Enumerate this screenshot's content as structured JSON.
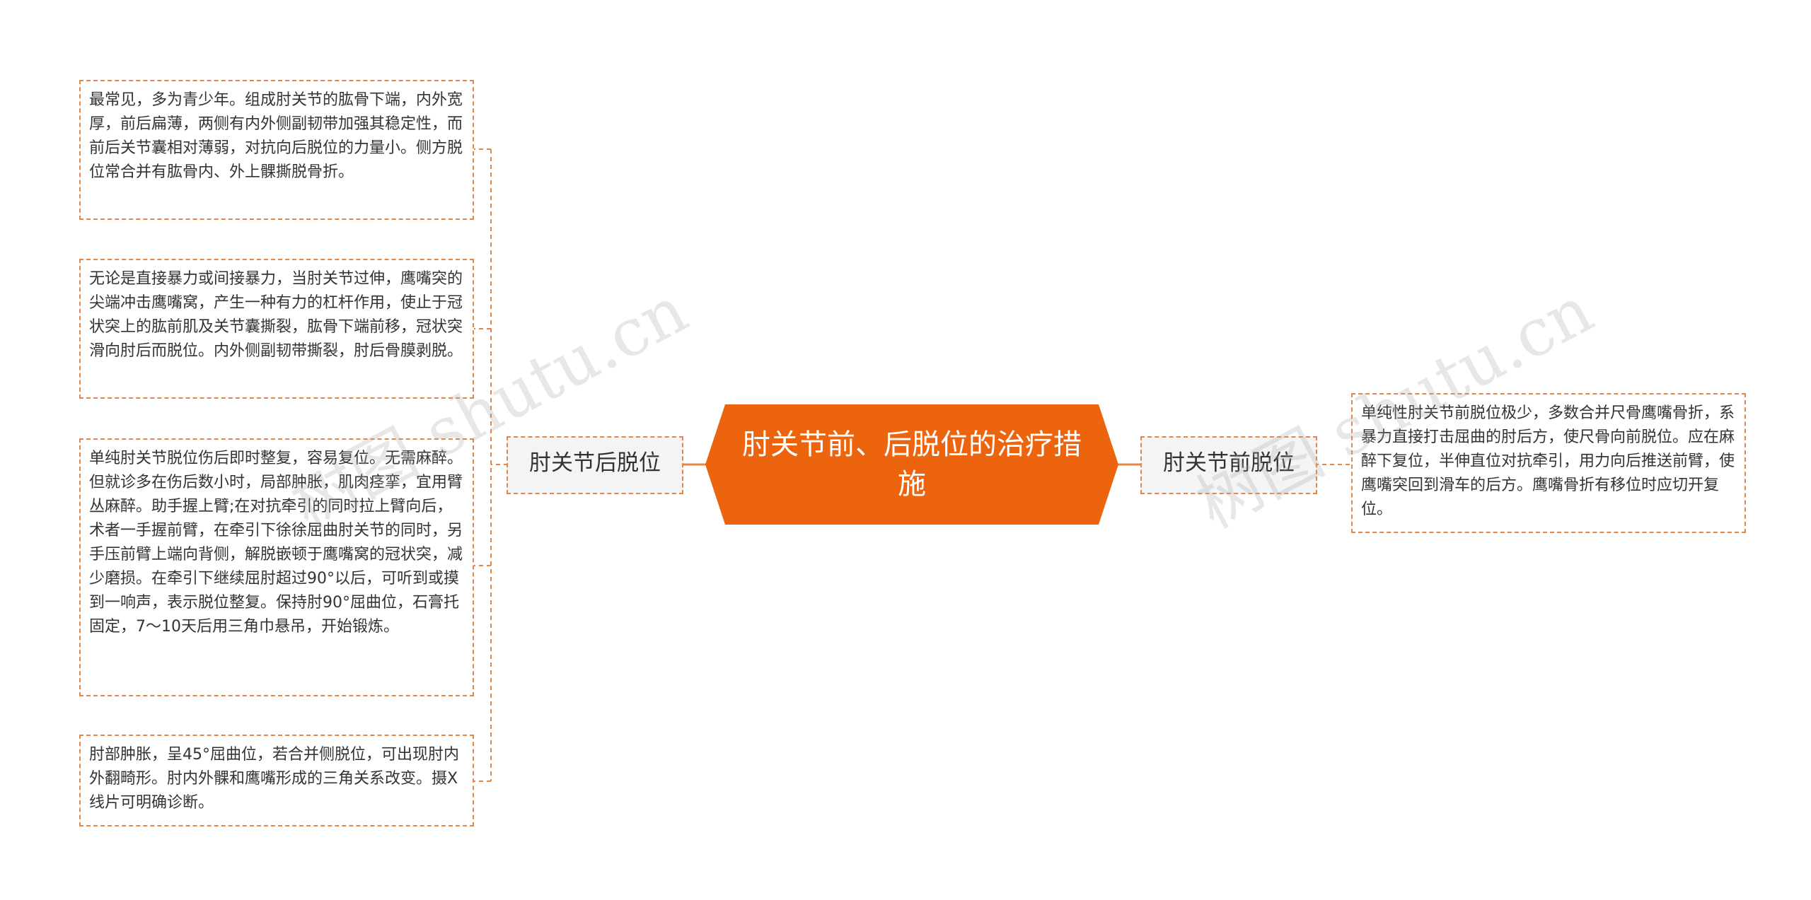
{
  "central_topic": "肘关节前、后脱位的治疗措施",
  "branches": {
    "posterior": {
      "label": "肘关节后脱位",
      "notes": [
        "最常见，多为青少年。组成肘关节的肱骨下端，内外宽厚，前后扁薄，两侧有内外侧副韧带加强其稳定性，而前后关节囊相对薄弱，对抗向后脱位的力量小。侧方脱位常合并有肱骨内、外上髁撕脱骨折。",
        "无论是直接暴力或间接暴力，当肘关节过伸，鹰嘴突的尖端冲击鹰嘴窝，产生一种有力的杠杆作用，使止于冠状突上的肱前肌及关节囊撕裂，肱骨下端前移，冠状突滑向肘后而脱位。内外侧副韧带撕裂，肘后骨膜剥脱。",
        "单纯肘关节脱位伤后即时整复，容易复位。无需麻醉。但就诊多在伤后数小时，局部肿胀，肌肉痉挛，宜用臂丛麻醉。助手握上臂;在对抗牵引的同时拉上臂向后，术者一手握前臂，在牵引下徐徐屈曲肘关节的同时，另手压前臂上端向背侧，解脱嵌顿于鹰嘴窝的冠状突，减少磨损。在牵引下继续屈肘超过90°以后，可听到或摸到一响声，表示脱位整复。保持肘90°屈曲位，石膏托固定，7～10天后用三角巾悬吊，开始锻炼。",
        "肘部肿胀，呈45°屈曲位，若合并侧脱位，可出现肘内外翻畸形。肘内外髁和鹰嘴形成的三角关系改变。摄X线片可明确诊断。"
      ]
    },
    "anterior": {
      "label": "肘关节前脱位",
      "notes": [
        "单纯性肘关节前脱位极少，多数合并尺骨鹰嘴骨折，系暴力直接打击屈曲的肘后方，使尺骨向前脱位。应在麻醉下复位，半伸直位对抗牵引，用力向后推送前臂，使鹰嘴突回到滑车的后方。鹰嘴骨折有移位时应切开复位。"
      ]
    }
  },
  "watermarks": [
    "树图 shutu.cn",
    "树图 shutu.cn"
  ],
  "colors": {
    "accent": "#ec640d",
    "dashed_border": "#e4854a",
    "branch_bg": "#f3f4f6",
    "text": "#333333"
  }
}
